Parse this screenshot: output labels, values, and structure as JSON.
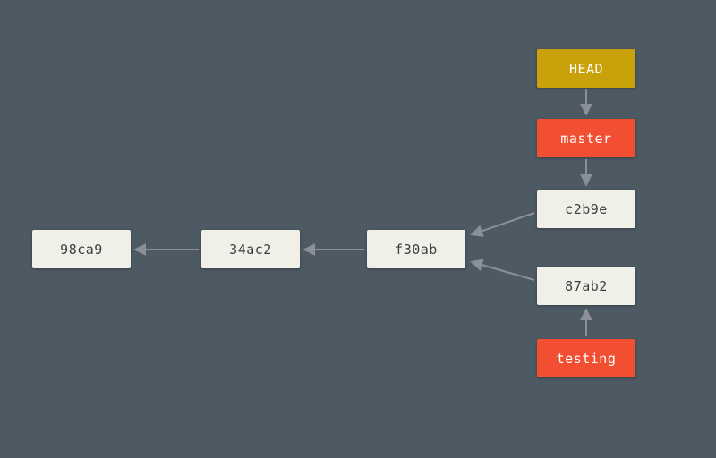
{
  "diagram": {
    "kind": "git-commit-branch-diagram",
    "background_color": "#4d5963",
    "arrow_color": "#8a9096",
    "pointer_color": "#c9a10b",
    "branch_color": "#f14e32",
    "commit_color": "#f1f0e8",
    "nodes": [
      {
        "id": "head",
        "label": "HEAD",
        "type": "pointer"
      },
      {
        "id": "master",
        "label": "master",
        "type": "branch"
      },
      {
        "id": "c2b9e",
        "label": "c2b9e",
        "type": "commit"
      },
      {
        "id": "f30ab",
        "label": "f30ab",
        "type": "commit"
      },
      {
        "id": "34ac2",
        "label": "34ac2",
        "type": "commit"
      },
      {
        "id": "98ca9",
        "label": "98ca9",
        "type": "commit"
      },
      {
        "id": "87ab2",
        "label": "87ab2",
        "type": "commit"
      },
      {
        "id": "testing",
        "label": "testing",
        "type": "branch"
      }
    ],
    "edges": [
      {
        "from": "HEAD",
        "to": "master"
      },
      {
        "from": "master",
        "to": "c2b9e"
      },
      {
        "from": "c2b9e",
        "to": "f30ab"
      },
      {
        "from": "87ab2",
        "to": "f30ab"
      },
      {
        "from": "f30ab",
        "to": "34ac2"
      },
      {
        "from": "34ac2",
        "to": "98ca9"
      },
      {
        "from": "testing",
        "to": "87ab2"
      }
    ]
  }
}
